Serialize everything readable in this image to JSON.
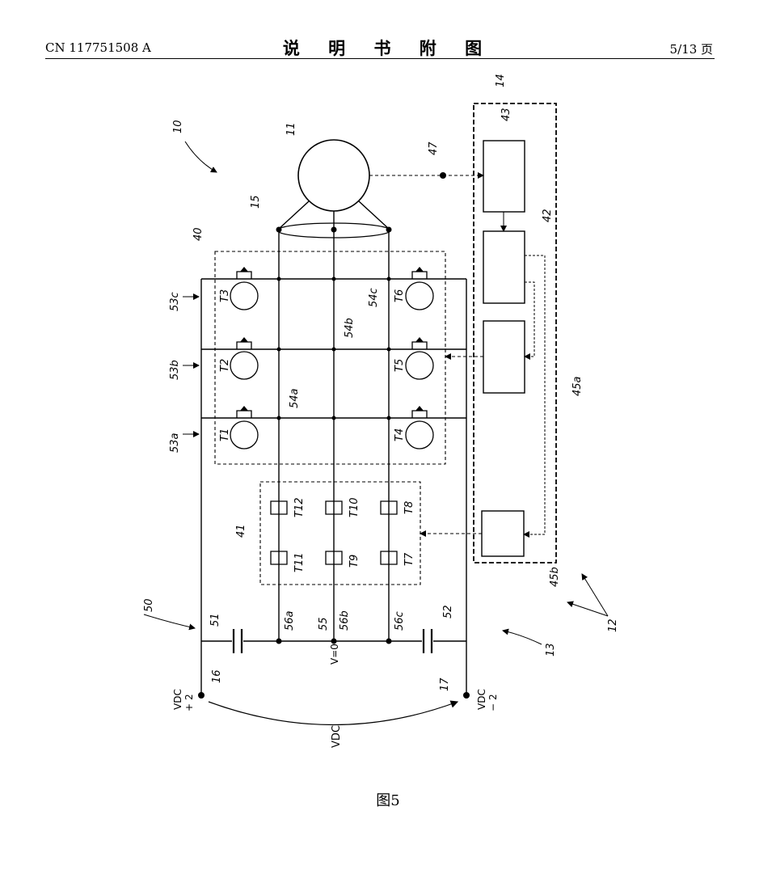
{
  "header": {
    "doc_id": "CN 117751508 A",
    "title": "说 明 书 附 图",
    "page": "5/13 页"
  },
  "figure": {
    "caption": "图5",
    "labels": {
      "l10": "10",
      "l11": "11",
      "l12": "12",
      "l13": "13",
      "l14": "14",
      "l15": "15",
      "l16": "16",
      "l17": "17",
      "l40": "40",
      "l41": "41",
      "l42": "42",
      "l43": "43",
      "l45a": "45a",
      "l45b": "45b",
      "l47": "47",
      "l50": "50",
      "l51": "51",
      "l52": "52",
      "l53a": "53a",
      "l53b": "53b",
      "l53c": "53c",
      "l54a": "54a",
      "l54b": "54b",
      "l54c": "54c",
      "l55": "55",
      "l56a": "56a",
      "l56b": "56b",
      "l56c": "56c",
      "T1": "T1",
      "T2": "T2",
      "T3": "T3",
      "T4": "T4",
      "T5": "T5",
      "T6": "T6",
      "T7": "T7",
      "T8": "T8",
      "T9": "T9",
      "T10": "T10",
      "T11": "T11",
      "T12": "T12",
      "v0": "V=0",
      "vdc": "VDC",
      "vdc_num": "VDC",
      "vdc_den": "2",
      "vdc_plus": "+",
      "vdc_minus": "−"
    }
  }
}
